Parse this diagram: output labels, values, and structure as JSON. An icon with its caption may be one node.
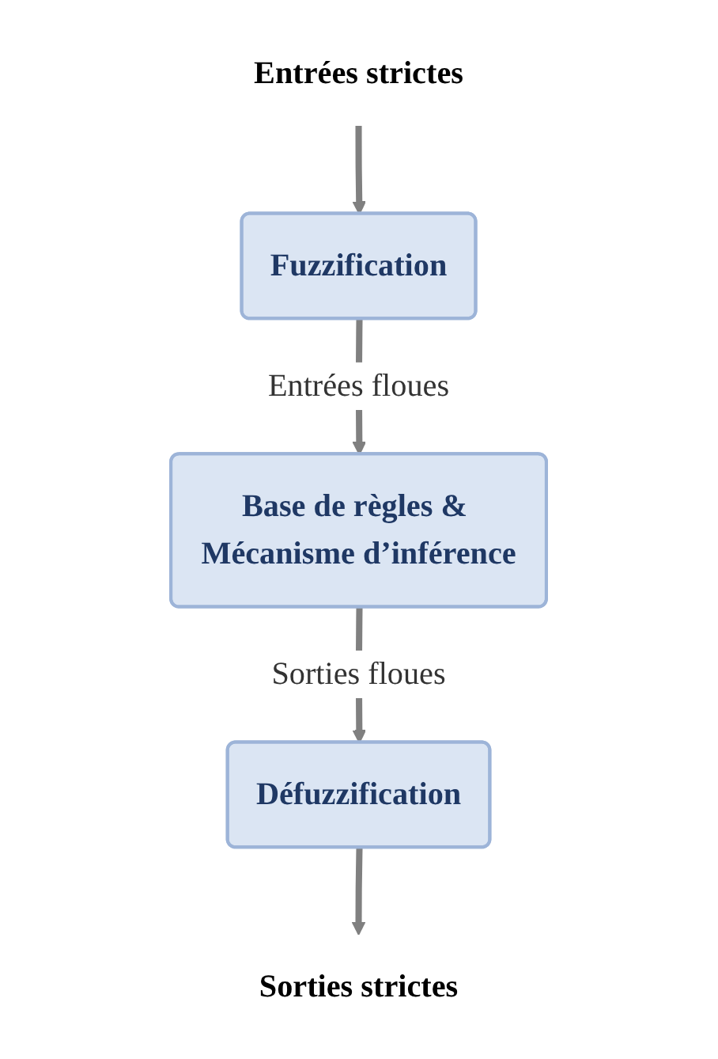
{
  "diagram": {
    "nodes": [
      {
        "text": [
          "Entrées strictes"
        ]
      },
      {
        "text": [
          "Fuzzification"
        ]
      },
      {
        "text": [
          "Base de règles & Mécanisme d’inférence"
        ]
      },
      {
        "text": [
          "Défuzzification"
        ]
      },
      {
        "text": [
          "Sorties strictes"
        ]
      }
    ],
    "edges": [
      {
        "from": 0,
        "to": 1,
        "arrow": "to"
      },
      {
        "from": 1,
        "to": 2,
        "arrow": "to",
        "label": "Entrées floues"
      },
      {
        "from": 2,
        "to": 3,
        "arrow": "to",
        "label": "Sorties floues"
      },
      {
        "from": 3,
        "to": 4,
        "arrow": "to"
      }
    ]
  }
}
